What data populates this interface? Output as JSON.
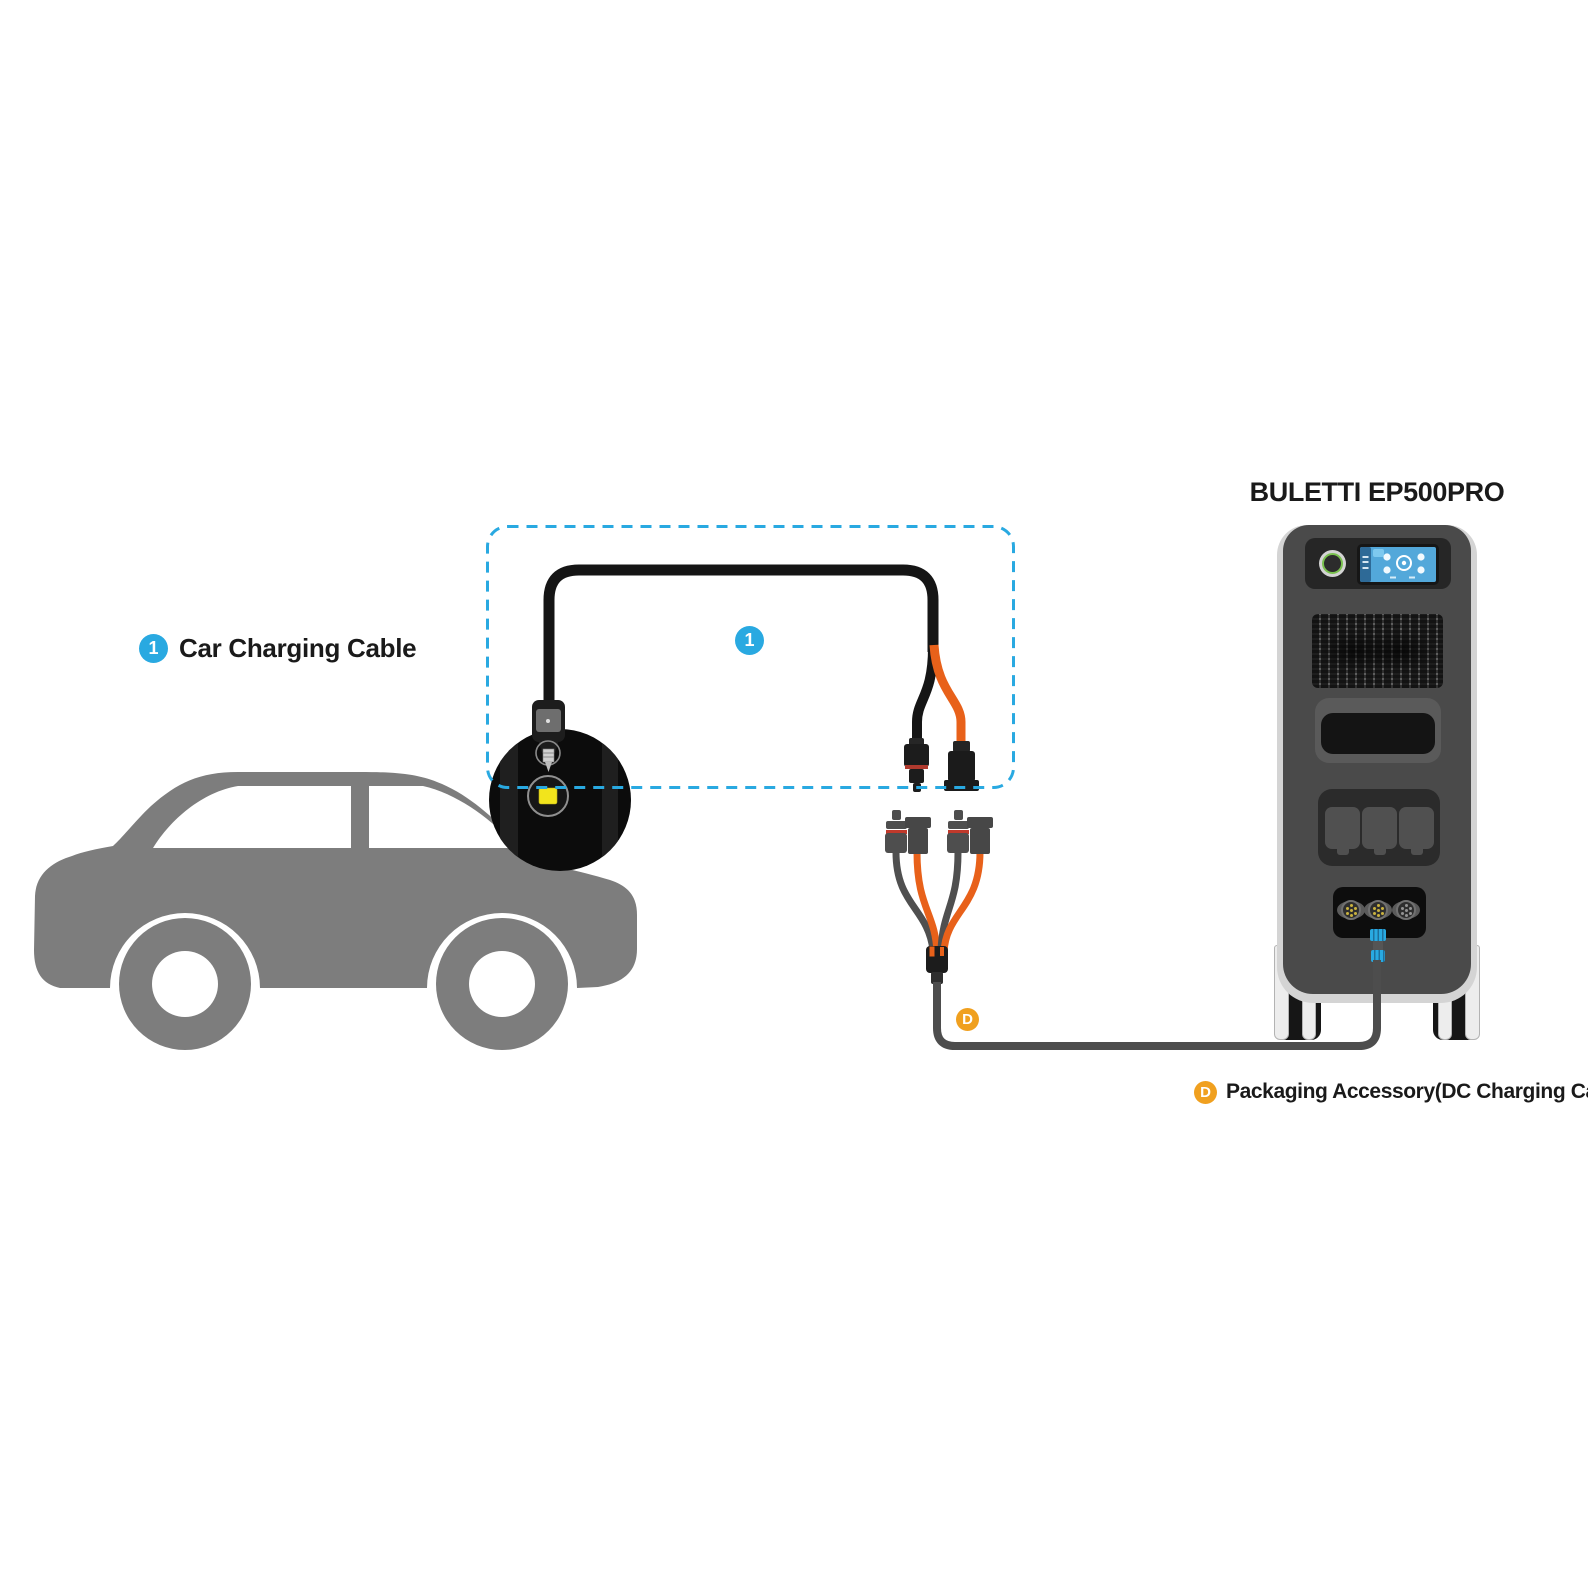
{
  "title": "BULETTI EP500PRO",
  "labels": {
    "car_charging_cable": {
      "badge": "1",
      "text": "Car Charging Cable"
    },
    "dc_accessory": {
      "badge": "D",
      "text": "Packaging Accessory(DC Charging Cable)"
    }
  },
  "icons": [
    "car-silhouette-icon",
    "cigarette-lighter-plug-icon",
    "mc4-connector-icon",
    "power-station-icon",
    "power-button-icon",
    "lcd-screen-icon",
    "ac-outlet-icon",
    "dc-port-icon",
    "wheel-icon"
  ],
  "colors": {
    "accent_blue": "#29a9e1",
    "accent_orange": "#f0a01f",
    "cable_orange": "#e8611a",
    "cable_black": "#151515",
    "cable_gray": "#4d4d4d",
    "car_gray": "#7d7d7d",
    "screen_blue": "#53a8da",
    "station_face": "#4a4a4a",
    "station_rim": "#d4d4d4",
    "socket_black": "#0c0c0c",
    "plug_yellow": "#f2e41c"
  }
}
